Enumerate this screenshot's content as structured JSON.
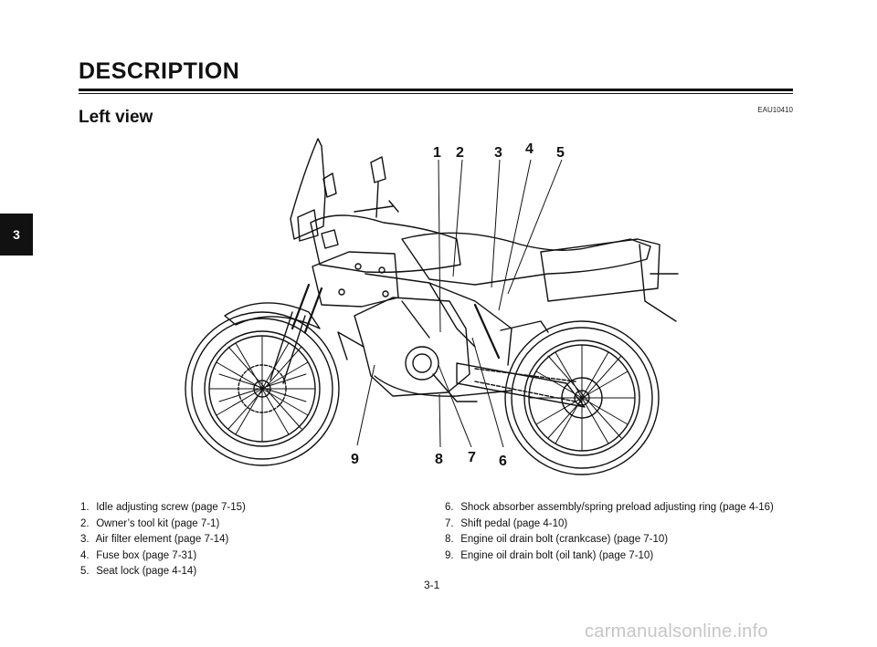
{
  "header": {
    "title": "DESCRIPTION"
  },
  "section": {
    "heading": "Left view",
    "ref_code": "EAU10410"
  },
  "chapter_tab": {
    "label": "3"
  },
  "callouts": {
    "c1": "1",
    "c2": "2",
    "c3": "3",
    "c4": "4",
    "c5": "5",
    "c6": "6",
    "c7": "7",
    "c8": "8",
    "c9": "9"
  },
  "legend": {
    "left": [
      {
        "num": "1.",
        "text": "Idle adjusting screw (page 7-15)"
      },
      {
        "num": "2.",
        "text": "Owner’s tool kit (page 7-1)"
      },
      {
        "num": "3.",
        "text": "Air filter element (page 7-14)"
      },
      {
        "num": "4.",
        "text": "Fuse box (page 7-31)"
      },
      {
        "num": "5.",
        "text": "Seat lock (page 4-14)"
      }
    ],
    "right": [
      {
        "num": "6.",
        "text": "Shock absorber assembly/spring preload adjusting ring (page 4-16)"
      },
      {
        "num": "7.",
        "text": "Shift pedal (page 4-10)"
      },
      {
        "num": "8.",
        "text": "Engine oil drain bolt (crankcase) (page 7-10)"
      },
      {
        "num": "9.",
        "text": "Engine oil drain bolt (oil tank) (page 7-10)"
      }
    ]
  },
  "footer": {
    "page_number": "3-1",
    "watermark": "carmanualsonline.info"
  }
}
